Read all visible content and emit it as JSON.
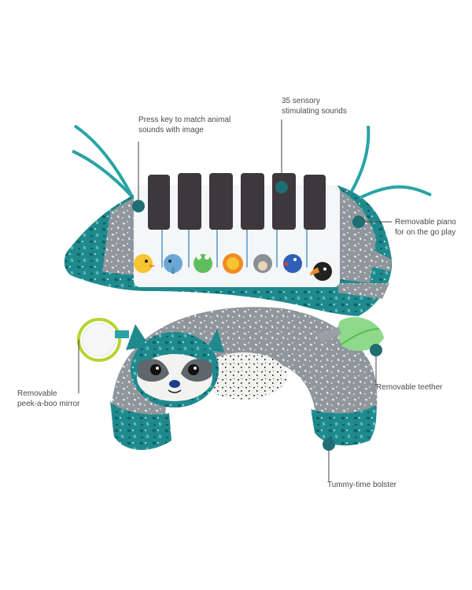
{
  "callouts": {
    "piano_keys": {
      "line1": "Press key to match animal",
      "line2": "sounds with image"
    },
    "sounds": {
      "line1": "35 sensory",
      "line2": "stimulating sounds"
    },
    "removable_piano": {
      "line1": "Removable piano",
      "line2": "for on the go play"
    },
    "mirror": {
      "line1": "Removable",
      "line2": "peek-a-boo mirror"
    },
    "teether": {
      "line1": "Removable teether"
    },
    "bolster": {
      "line1": "Tummy-time bolster"
    }
  },
  "colors": {
    "teal": "#1f8a8e",
    "dark_teal": "#0f5f63",
    "grey": "#8f969c",
    "key_black": "#3d383b",
    "key_white": "#f4f6f8",
    "marker": "#1f6e73",
    "leaf": "#8fd98a"
  },
  "animals": [
    "duck-icon",
    "elephant-icon",
    "frog-icon",
    "lion-icon",
    "monkey-icon",
    "parrot-icon",
    "toucan-icon"
  ]
}
